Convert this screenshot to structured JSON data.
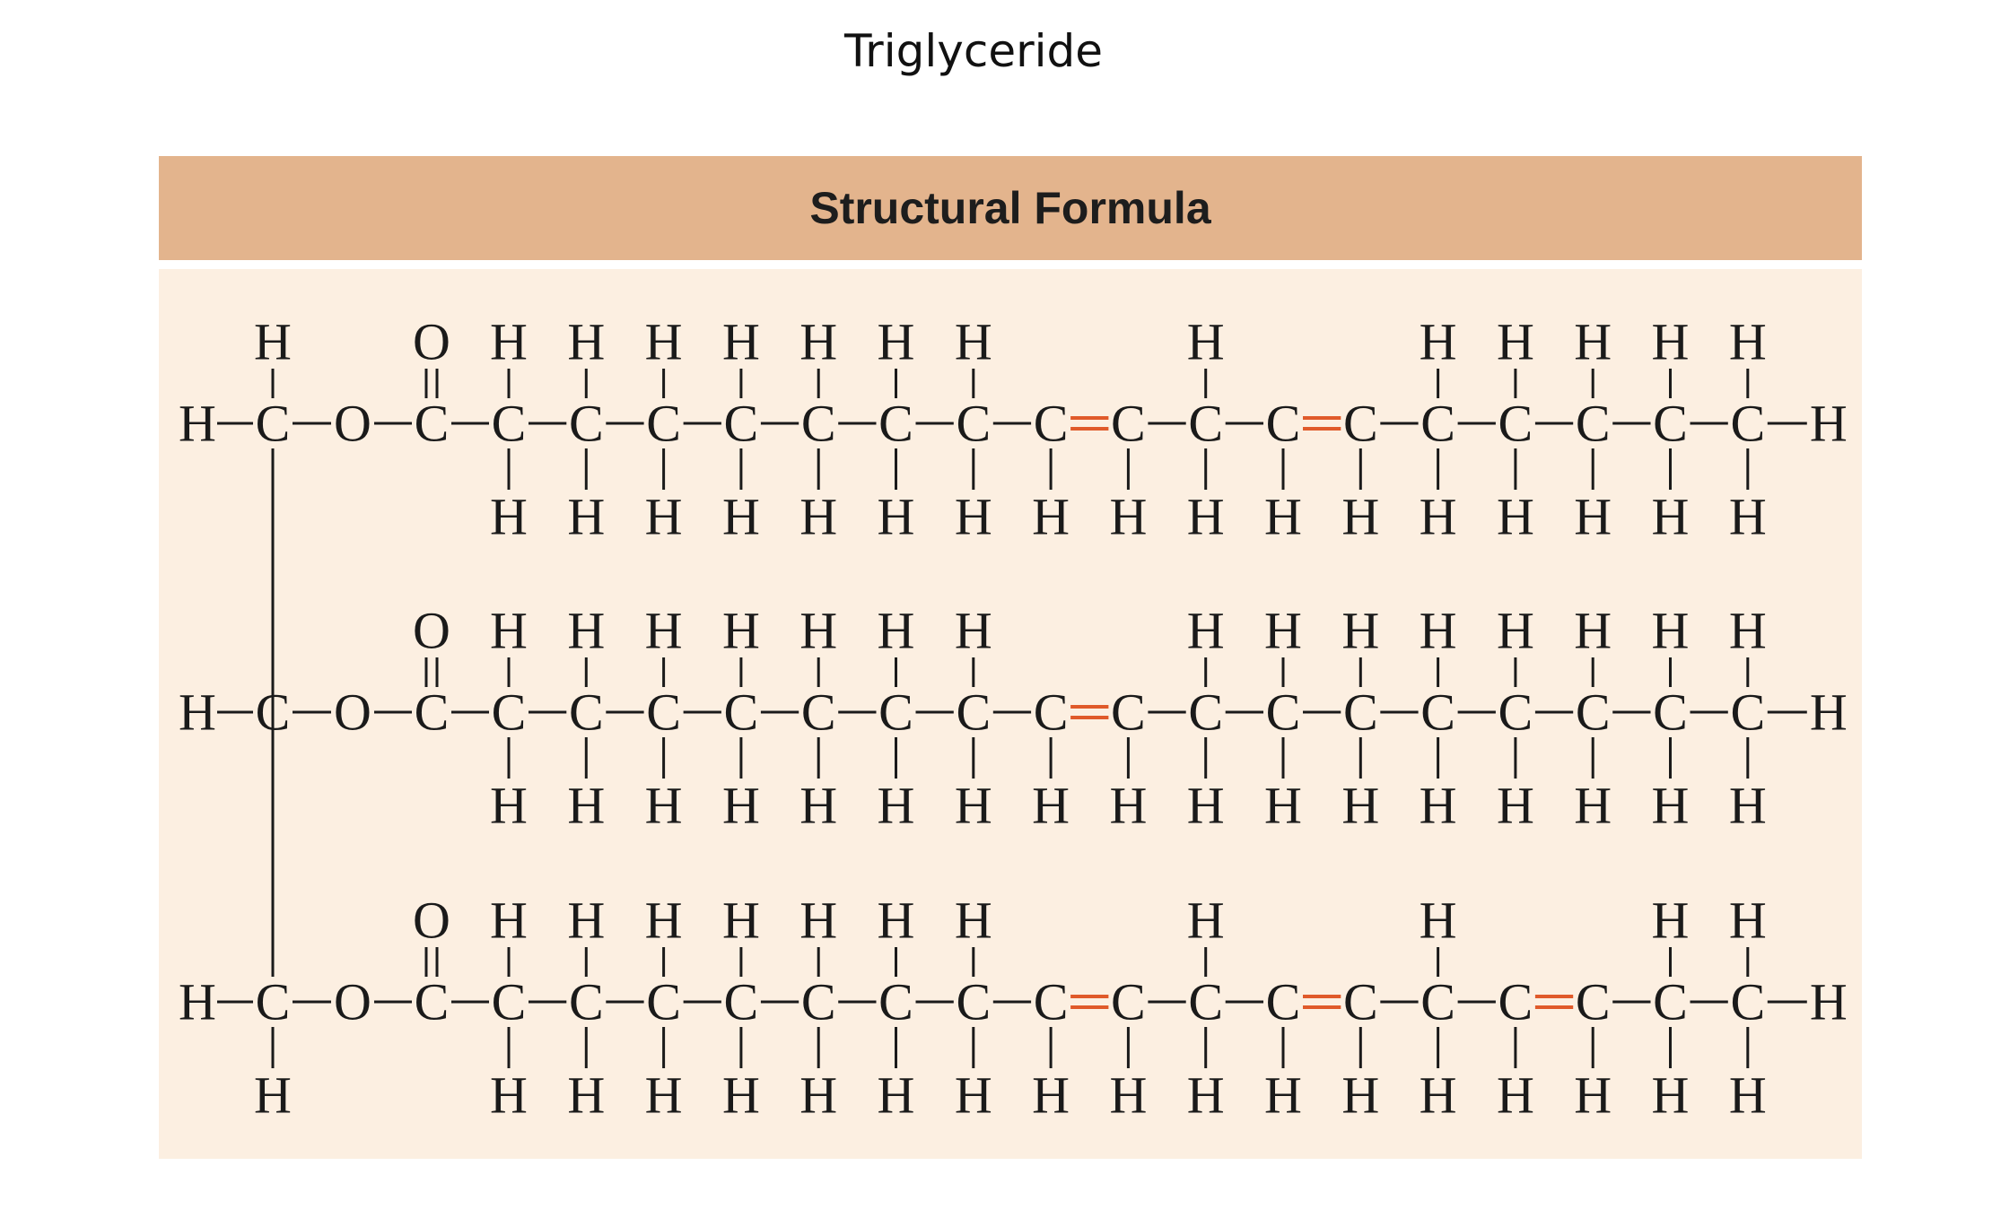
{
  "title": "Triglyceride",
  "panel": {
    "header": "Structural Formula"
  },
  "formula": {
    "colors": {
      "text": "#1a1a1a",
      "double_bond": "#e05a2a",
      "header_bg": "#e3b48d",
      "panel_bg": "#fcefe1"
    },
    "atoms": {
      "hydrogen": "H",
      "carbon": "C",
      "oxygen": "O"
    },
    "chains": [
      {
        "name": "chain-1",
        "top_h": [
          1,
          1,
          1,
          1,
          1,
          1,
          1,
          0,
          0,
          1,
          0,
          0,
          1,
          1,
          1,
          1,
          1
        ],
        "bottom_h": [
          1,
          1,
          1,
          1,
          1,
          1,
          1,
          1,
          1,
          1,
          1,
          1,
          1,
          1,
          1,
          1,
          1
        ],
        "bonds": [
          1,
          1,
          1,
          1,
          1,
          1,
          1,
          2,
          1,
          1,
          2,
          1,
          1,
          1,
          1,
          1
        ]
      },
      {
        "name": "chain-2",
        "top_h": [
          1,
          1,
          1,
          1,
          1,
          1,
          1,
          0,
          0,
          1,
          1,
          1,
          1,
          1,
          1,
          1,
          1
        ],
        "bottom_h": [
          1,
          1,
          1,
          1,
          1,
          1,
          1,
          1,
          1,
          1,
          1,
          1,
          1,
          1,
          1,
          1,
          1
        ],
        "bonds": [
          1,
          1,
          1,
          1,
          1,
          1,
          1,
          2,
          1,
          1,
          1,
          1,
          1,
          1,
          1,
          1
        ]
      },
      {
        "name": "chain-3",
        "top_h": [
          1,
          1,
          1,
          1,
          1,
          1,
          1,
          0,
          0,
          1,
          0,
          0,
          1,
          0,
          0,
          1,
          1
        ],
        "bottom_h": [
          1,
          1,
          1,
          1,
          1,
          1,
          1,
          1,
          1,
          1,
          1,
          1,
          1,
          1,
          1,
          1,
          1
        ],
        "bonds": [
          1,
          1,
          1,
          1,
          1,
          1,
          1,
          2,
          1,
          1,
          2,
          1,
          1,
          2,
          1,
          1
        ]
      }
    ]
  }
}
